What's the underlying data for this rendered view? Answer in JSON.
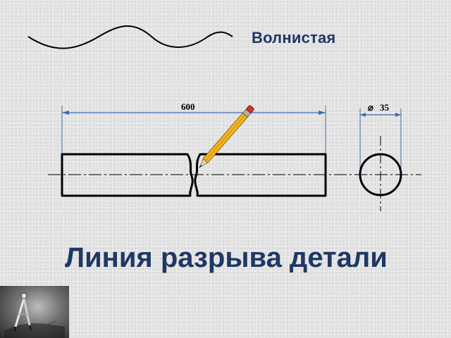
{
  "wave_label": "Волнистая",
  "title": "Линия разрыва детали",
  "dimensions": {
    "length": "600",
    "diameter_symbol": "⌀",
    "diameter_value": "35"
  },
  "icons": {
    "pencil": "pencil-icon",
    "thumbnail": "drafting-compass-icon"
  },
  "colors": {
    "title": "#1f3864",
    "dimension_line": "#3b6db3",
    "pencil_body": "#f2b320",
    "pencil_ferrule": "#c0392b",
    "line": "#000000"
  }
}
